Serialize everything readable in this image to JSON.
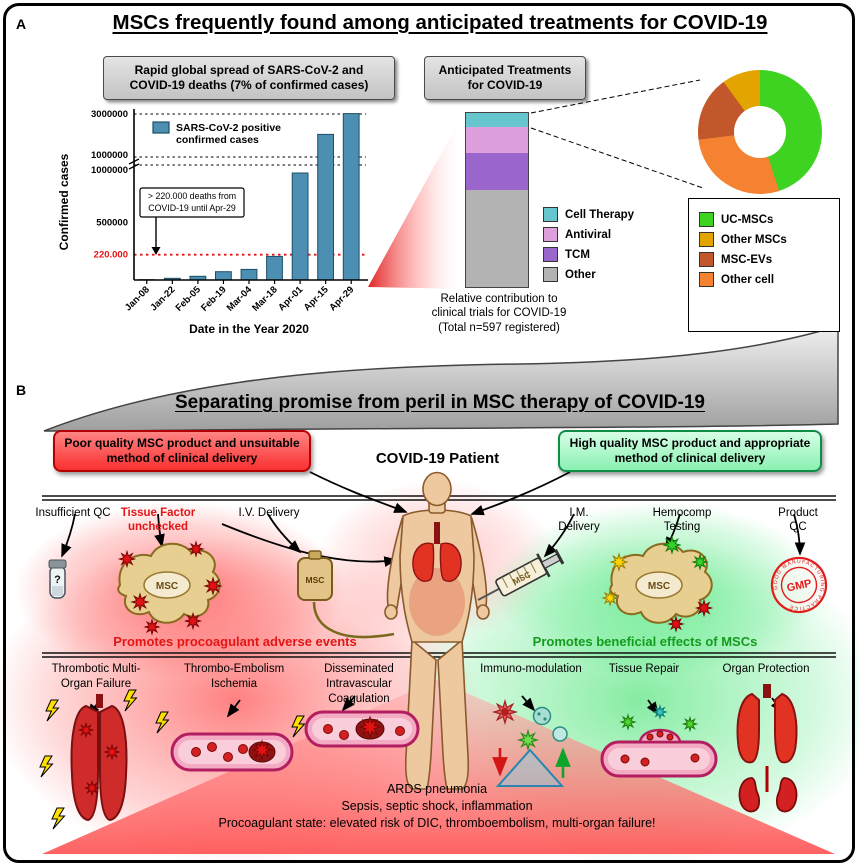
{
  "figure": {
    "panelA_label": "A",
    "panelA_title": "MSCs frequently found among anticipated treatments for COVID-19",
    "panelB_label": "B",
    "panelB_title": "Separating promise from peril in MSC therapy of COVID-19"
  },
  "panelA": {
    "spread_box": "Rapid global spread of SARS-CoV-2 and COVID-19 deaths (7% of confirmed cases)",
    "treatments_box": "Anticipated Treatments for COVID-19",
    "caption": [
      "Relative contribution to",
      "clinical trials for COVID-19",
      "(Total n=597 registered)"
    ]
  },
  "chart_data": [
    {
      "id": "cases_bar",
      "type": "bar",
      "ylabel": "Confirmed cases",
      "xlabel": "Date in the Year 2020",
      "legend_line1": "SARS-CoV-2 positive",
      "legend_line2": "confirmed cases",
      "annotation_line1": "> 220.000 deaths from",
      "annotation_line2": "COVID-19 until Apr-29",
      "categories": [
        "Jan-08",
        "Jan-22",
        "Feb-05",
        "Feb-19",
        "Mar-04",
        "Mar-18",
        "Apr-01",
        "Apr-15",
        "Apr-29"
      ],
      "values": [
        3000,
        15000,
        32000,
        72000,
        92000,
        205000,
        930000,
        2050000,
        3020000
      ],
      "bar_color": "#4d8fb3",
      "bar_border": "#1d4f66",
      "axis_break": true,
      "yticks": [
        "3000000",
        "1000000",
        "1000000",
        "500000"
      ],
      "ylim_bottom": [
        0,
        1000000
      ],
      "ylim_top": [
        1000000,
        3000000
      ],
      "reference_line": {
        "value": 220000,
        "label": "220.000",
        "color": "#e31515"
      }
    },
    {
      "id": "treatment_stack",
      "type": "stacked-bar",
      "segments": [
        {
          "label": "Cell Therapy",
          "value": 8,
          "color": "#67c6cd"
        },
        {
          "label": "Antiviral",
          "value": 15,
          "color": "#dda0dd"
        },
        {
          "label": "TCM",
          "value": 21,
          "color": "#9a66cc"
        },
        {
          "label": "Other",
          "value": 56,
          "color": "#b3b3b3"
        }
      ]
    },
    {
      "id": "cell_donut",
      "type": "pie",
      "donut": true,
      "slices": [
        {
          "label": "UC-MSCs",
          "value": 45,
          "color": "#3fd321"
        },
        {
          "label": "Other cell",
          "value": 28,
          "color": "#f58231"
        },
        {
          "label": "MSC-EVs",
          "value": 17,
          "color": "#c1572a"
        },
        {
          "label": "Other MSCs",
          "value": 10,
          "color": "#e3a400"
        }
      ],
      "legend_order": [
        "UC-MSCs",
        "Other MSCs",
        "MSC-EVs",
        "Other cell"
      ]
    }
  ],
  "panelB": {
    "poor_box": "Poor quality MSC product and unsuitable method of clinical delivery",
    "good_box": "High quality MSC product and appropriate method of clinical delivery",
    "patient_label": "COVID-19 Patient",
    "left_labels": {
      "insufficient_qc": "Insufficient QC",
      "tissue_factor": "Tissue Factor unchecked",
      "iv_delivery": "I.V. Delivery"
    },
    "right_labels": {
      "im_delivery": "I.M. Delivery",
      "hemocomp": "Hemocomp Testing",
      "product_qc": "Product QC"
    },
    "adverse_header": "Promotes procoagulant adverse events",
    "beneficial_header": "Promotes beneficial effects of MSCs",
    "adverse_outcomes": [
      "Thrombotic Multi-Organ Failure",
      "Thrombo-Embolism Ischemia",
      "Disseminated Intravascular Coagulation"
    ],
    "beneficial_outcomes": [
      "Immuno-modulation",
      "Tissue Repair",
      "Organ Protection"
    ],
    "bottom_lines": [
      "ARDS pneumonia",
      "Sepsis, septic shock, inflammation",
      "Procoagulant state: elevated risk of DIC, thromboembolism, multi-organ failure!"
    ],
    "msc_label": "MSC",
    "gmp_label": "GMP",
    "gmp_ring": "GOOD MANUFACTURING PRACTICE",
    "question_mark": "?"
  }
}
